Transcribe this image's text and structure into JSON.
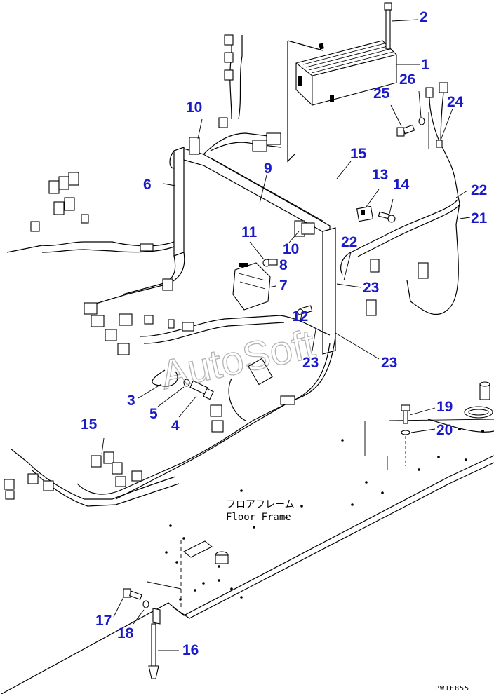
{
  "diagram": {
    "callouts": [
      {
        "id": "1",
        "text": "1"
      },
      {
        "id": "2",
        "text": "2"
      },
      {
        "id": "3",
        "text": "3"
      },
      {
        "id": "4",
        "text": "4"
      },
      {
        "id": "5",
        "text": "5"
      },
      {
        "id": "6",
        "text": "6"
      },
      {
        "id": "7",
        "text": "7"
      },
      {
        "id": "8",
        "text": "8"
      },
      {
        "id": "9",
        "text": "9"
      },
      {
        "id": "10a",
        "text": "10"
      },
      {
        "id": "10b",
        "text": "10"
      },
      {
        "id": "11",
        "text": "11"
      },
      {
        "id": "12",
        "text": "12"
      },
      {
        "id": "13",
        "text": "13"
      },
      {
        "id": "14",
        "text": "14"
      },
      {
        "id": "15a",
        "text": "15"
      },
      {
        "id": "15b",
        "text": "15"
      },
      {
        "id": "16",
        "text": "16"
      },
      {
        "id": "17",
        "text": "17"
      },
      {
        "id": "18",
        "text": "18"
      },
      {
        "id": "19",
        "text": "19"
      },
      {
        "id": "20",
        "text": "20"
      },
      {
        "id": "21",
        "text": "21"
      },
      {
        "id": "22a",
        "text": "22"
      },
      {
        "id": "22b",
        "text": "22"
      },
      {
        "id": "23a",
        "text": "23"
      },
      {
        "id": "23b",
        "text": "23"
      },
      {
        "id": "23c",
        "text": "23"
      },
      {
        "id": "24",
        "text": "24"
      },
      {
        "id": "25",
        "text": "25"
      },
      {
        "id": "26",
        "text": "26"
      }
    ],
    "floor_label_jp": "フロアフレーム",
    "floor_label_en": "Floor Frame",
    "watermark": "AutoSoft",
    "drawing_code": "PW1E855",
    "callout_color": "#1a1ac8"
  }
}
